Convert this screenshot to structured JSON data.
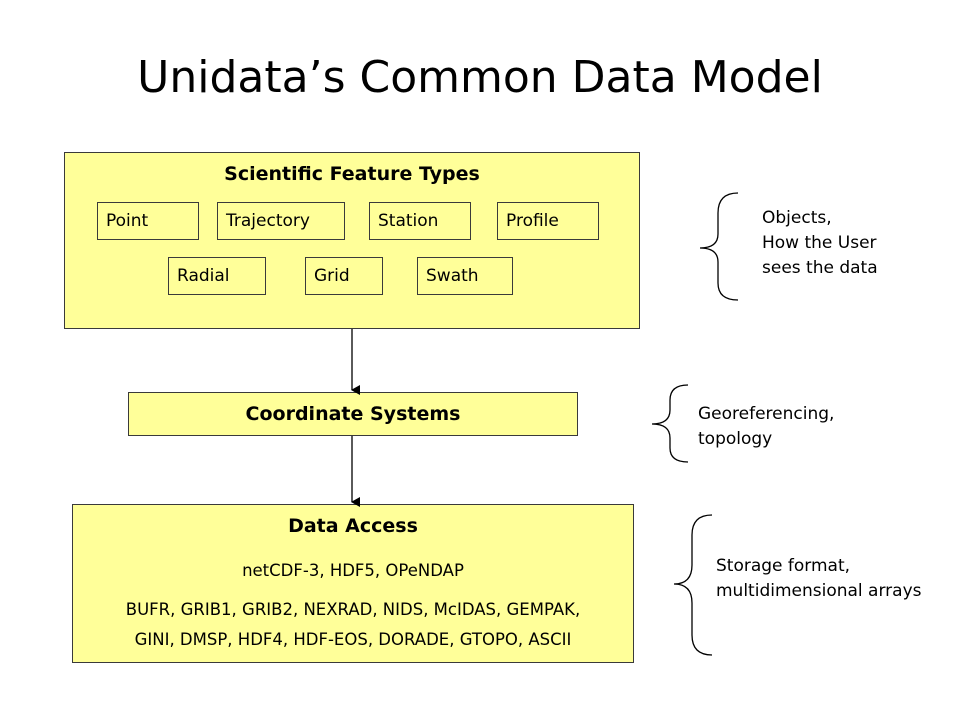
{
  "title": "Unidata’s Common Data Model",
  "feature_types": {
    "heading": "Scientific Feature Types",
    "row1": [
      "Point",
      "Trajectory",
      "Station",
      "Profile"
    ],
    "row2": [
      "Radial",
      "Grid",
      "Swath"
    ]
  },
  "coordinate_systems": {
    "heading": "Coordinate Systems"
  },
  "data_access": {
    "heading": "Data Access",
    "line1": "netCDF-3, HDF5, OPeNDAP",
    "line2": "BUFR, GRIB1, GRIB2, NEXRAD, NIDS, McIDAS, GEMPAK,",
    "line3": "GINI, DMSP, HDF4, HDF-EOS, DORADE, GTOPO, ASCII"
  },
  "annotations": {
    "objects": [
      "Objects,",
      "How the User",
      "sees the data"
    ],
    "georef": [
      "Georeferencing,",
      "topology"
    ],
    "storage": [
      "Storage format,",
      "multidimensional arrays"
    ]
  },
  "colors": {
    "box_fill": "#ffff99",
    "box_border": "#3a3a3a"
  }
}
